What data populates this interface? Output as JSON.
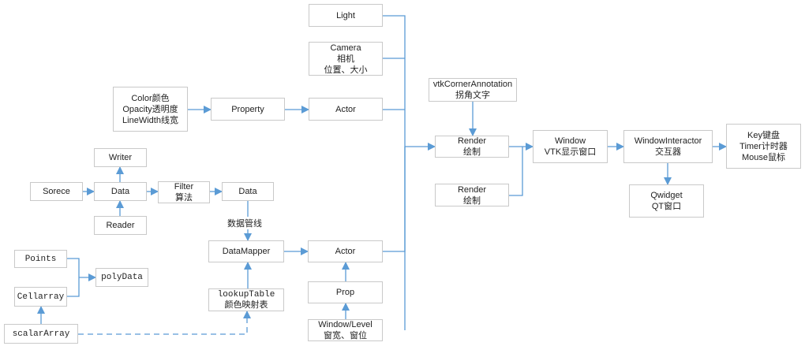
{
  "diagram": {
    "edge_color": "#5b9bd5",
    "border_color": "#c9c9c9",
    "nodes": {
      "light": {
        "lines": [
          "Light"
        ]
      },
      "camera": {
        "lines": [
          "Camera",
          "相机",
          "位置、大小"
        ]
      },
      "color_props": {
        "lines": [
          "Color颜色",
          "Opacity透明度",
          "LineWidth线宽"
        ]
      },
      "property": {
        "lines": [
          "Property"
        ]
      },
      "actor_top": {
        "lines": [
          "Actor"
        ]
      },
      "corner_annotation": {
        "lines": [
          "vtkCornerAnnotation",
          "拐角文字"
        ]
      },
      "render_1": {
        "lines": [
          "Render",
          "绘制"
        ]
      },
      "render_2": {
        "lines": [
          "Render",
          "绘制"
        ]
      },
      "window": {
        "lines": [
          "Window",
          "VTK显示窗口"
        ]
      },
      "window_interactor": {
        "lines": [
          "WindowInteractor",
          "交互器"
        ]
      },
      "input_devices": {
        "lines": [
          "Key键盘",
          "Timer计时器",
          "Mouse鼠标"
        ]
      },
      "qwidget": {
        "lines": [
          "Qwidget",
          "QT窗口"
        ]
      },
      "writer": {
        "lines": [
          "Writer"
        ]
      },
      "source": {
        "lines": [
          "Sorece"
        ]
      },
      "data_1": {
        "lines": [
          "Data"
        ]
      },
      "filter": {
        "lines": [
          "Filter",
          "算法"
        ]
      },
      "data_2": {
        "lines": [
          "Data"
        ]
      },
      "reader": {
        "lines": [
          "Reader"
        ]
      },
      "data_mapper": {
        "lines": [
          "DataMapper"
        ]
      },
      "actor_bottom": {
        "lines": [
          "Actor"
        ]
      },
      "lookup_table": {
        "lines": [
          "lookupTable",
          "颜色映射表"
        ]
      },
      "prop": {
        "lines": [
          "Prop"
        ]
      },
      "window_level": {
        "lines": [
          "Window/Level",
          "窗宽、窗位"
        ]
      },
      "points": {
        "lines": [
          "Points"
        ]
      },
      "cellarray": {
        "lines": [
          "Cellarray"
        ]
      },
      "polydata": {
        "lines": [
          "polyData"
        ]
      },
      "scalar_array": {
        "lines": [
          "scalarArray"
        ]
      }
    },
    "labels": {
      "pipeline": "数据管线"
    }
  }
}
